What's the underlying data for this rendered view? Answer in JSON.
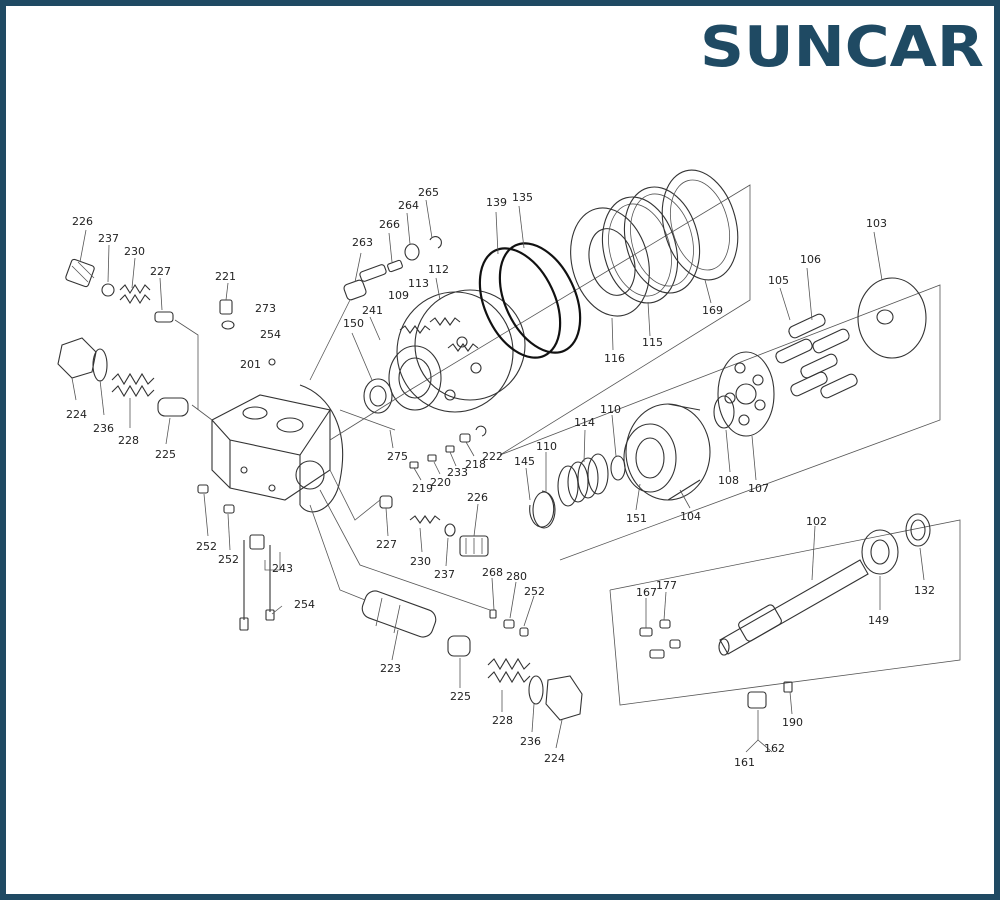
{
  "brand": {
    "name": "SUNCAR",
    "color": "#1f4a63",
    "icon": "brand-logo-icon"
  },
  "diagram": {
    "labels": {
      "p226a": "226",
      "p237a": "237",
      "p230a": "230",
      "p227a": "227",
      "p221": "221",
      "p273": "273",
      "p254a": "254",
      "p201": "201",
      "p224a": "224",
      "p236a": "236",
      "p228a": "228",
      "p225a": "225",
      "p263": "263",
      "p266": "266",
      "p264": "264",
      "p265": "265",
      "p139": "139",
      "p135": "135",
      "p112": "112",
      "p113": "113",
      "p109": "109",
      "p150": "150",
      "p241": "241",
      "p116": "116",
      "p115": "115",
      "p169": "169",
      "p103": "103",
      "p106": "106",
      "p105": "105",
      "p110a": "110",
      "p114": "114",
      "p110b": "110",
      "p145": "145",
      "p151": "151",
      "p104": "104",
      "p108": "108",
      "p107": "107",
      "p275": "275",
      "p219": "219",
      "p220": "220",
      "p233": "233",
      "p218": "218",
      "p222": "222",
      "p252a": "252",
      "p252b": "252",
      "p243": "243",
      "p254b": "254",
      "p227b": "227",
      "p230b": "230",
      "p237b": "237",
      "p226b": "226",
      "p268": "268",
      "p280": "280",
      "p252c": "252",
      "p223": "223",
      "p225b": "225",
      "p228b": "228",
      "p236b": "236",
      "p224b": "224",
      "p102": "102",
      "p132": "132",
      "p149": "149",
      "p167": "167",
      "p177": "177",
      "p161": "161",
      "p162": "162",
      "p190": "190"
    }
  }
}
